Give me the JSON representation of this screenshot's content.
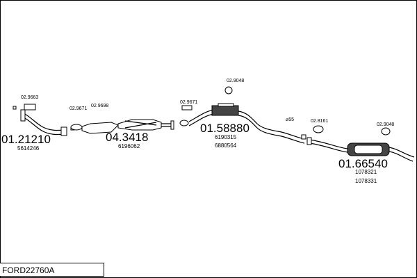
{
  "title": "FORD22760A",
  "assemblies": [
    {
      "number": "01.21210",
      "refs": [
        "5614246"
      ]
    },
    {
      "number": "04.3418",
      "refs": [
        "6196062"
      ]
    },
    {
      "number": "01.58880",
      "refs": [
        "6190315",
        "6880564"
      ]
    },
    {
      "number": "01.66540",
      "refs": [
        "1078321",
        "1078331"
      ]
    }
  ],
  "fittings": [
    "02.9663",
    "02.9671",
    "02.9698",
    "02.9671",
    "02.9048",
    "02.8161",
    "02.9048"
  ],
  "pipe_size": "⌀55"
}
